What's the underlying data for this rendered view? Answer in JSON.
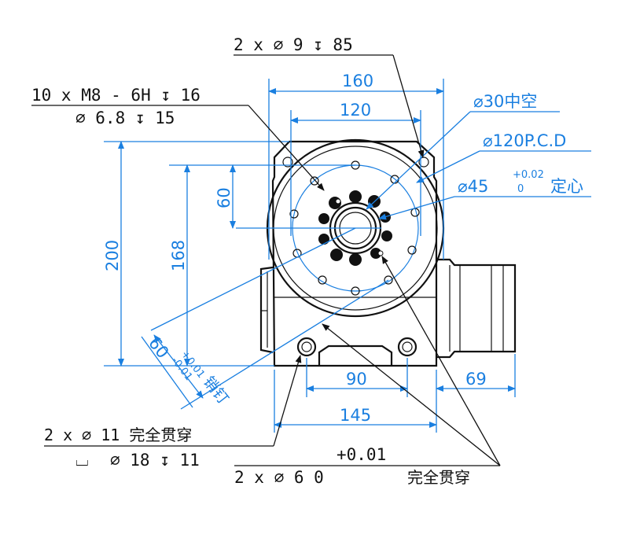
{
  "callouts": {
    "top_holes": "2 x ⌀ 9 ↧ 85",
    "tapped_line1": "10 x  M8 - 6H ↧ 16",
    "tapped_line2": "⌀ 6.8 ↧ 15",
    "through_line1": "2 x ⌀ 11 完全贯穿",
    "through_line2": "⌀ 18 ↧ 11",
    "counterbore_symbol": "⌴",
    "pin_tol": "+0.01",
    "pin_main": "2 x ⌀ 6  0",
    "pin_suffix": "完全贯穿"
  },
  "dimensions": {
    "w160": "160",
    "w120": "120",
    "hollow": "⌀30中空",
    "pcd": "⌀120P.C.D",
    "bore": "⌀45",
    "bore_tol_upper": "+0.02",
    "bore_tol_lower": "0",
    "bore_suffix": "定心",
    "h200": "200",
    "h168": "168",
    "h60": "60",
    "w90": "90",
    "w145": "145",
    "w69": "69",
    "diag60": "60",
    "pin_tol_upper": "+0.01",
    "pin_tol_lower": "-0.01",
    "pin_label": "销钉"
  },
  "colors": {
    "outline": "#111111",
    "dimension": "#1a7fe0"
  }
}
